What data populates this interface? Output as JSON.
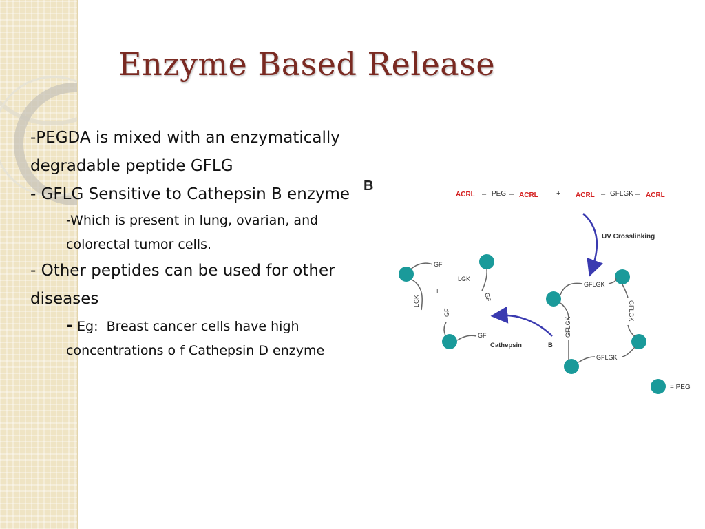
{
  "slide": {
    "title": "Enzyme Based Release",
    "bullets": {
      "b1": "-PEGDA is mixed with an enzymatically degradable peptide GFLG",
      "b2": "- GFLG Sensitive to Cathepsin B enzyme",
      "b2_sub": "-Which is present in lung, ovarian, and colorectal tumor cells.",
      "b3": "- Other peptides can be used for other diseases",
      "b3_sub_dash": "-",
      "b3_sub_eg": "Eg:",
      "b3_sub_text": "Breast cancer cells have high concentrations o f Cathepsin D enzyme"
    }
  },
  "figure": {
    "panel_label": "B",
    "reaction": {
      "acrl1": "ACRL",
      "dash1": "–",
      "peg": "PEG",
      "dash2": "–",
      "acrl2": "ACRL",
      "plus": "+",
      "acrl3": "ACRL",
      "dash3": "–",
      "gflgk": "GFLGK",
      "dash4": "–",
      "acrl4": "ACRL"
    },
    "uv_label": "UV Crosslinking",
    "cathepsin_label": "Cathepsin",
    "cathepsin_b": "B",
    "left_network": {
      "gf_top": "GF",
      "lgk_mid": "LGK",
      "gf_rot": "GF",
      "lgk_rot": "LGK",
      "plus": "+",
      "gf_vert": "GF",
      "gf_bottom": "GF"
    },
    "right_network": {
      "gflgk_top": "GFLGK",
      "gflgk_left": "GFLGK",
      "gflgk_right": "GFLGK",
      "gflgk_bottom": "GFLGK"
    },
    "legend_label": "= PEG",
    "colors": {
      "peg_node": "#1a9a9a",
      "acrl_red": "#d42020",
      "arrow_blue": "#3a3ab0",
      "title_red": "#7a2a22"
    }
  }
}
